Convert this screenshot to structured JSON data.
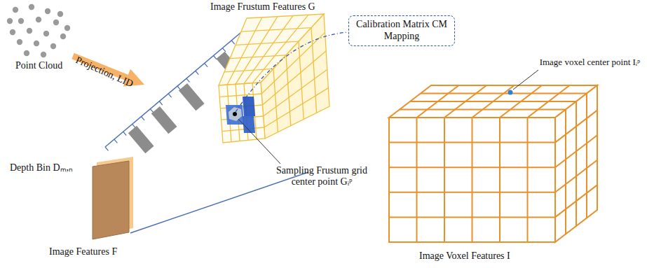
{
  "diagram": {
    "nodes": [
      {
        "text": [
          "Calibration Matrix CM Mapping"
        ]
      }
    ],
    "labels": [
      "Image Frustum Features G",
      "Point Cloud",
      "Projection, LID",
      "Depth Bin Dₘ,ₙ",
      "Image Features F",
      "Sampling Frustum grid center point Gᵢᵖ",
      "Image voxel center point Iᵢᵖ",
      "Image Voxel Features I"
    ]
  }
}
